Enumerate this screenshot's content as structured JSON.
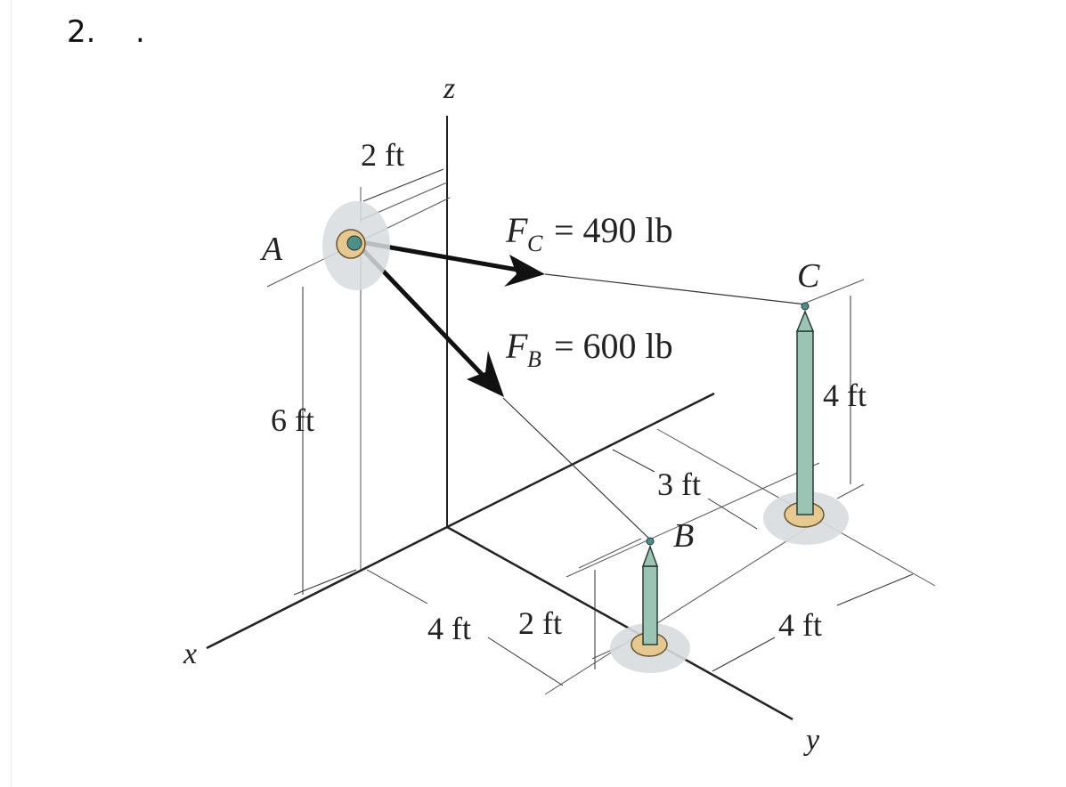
{
  "header": {
    "number": "2.",
    "dot": "."
  },
  "labels": {
    "point_a": "A",
    "point_b": "B",
    "point_c": "C",
    "axis_x": "x",
    "axis_y": "y",
    "axis_z": "z",
    "force_c_sym": "F",
    "force_c_sub": "C",
    "force_c_value": "= 490 lb",
    "force_b_sym": "F",
    "force_b_sub": "B",
    "force_b_value": "= 600 lb",
    "dim_top": "2 ft",
    "dim_height_a": "6 ft",
    "dim_height_c": "4 ft",
    "dim_3ft": "3 ft",
    "dim_4ft_left": "4 ft",
    "dim_2ft_bottom": "2 ft",
    "dim_4ft_right": "4 ft"
  },
  "colors": {
    "post_fill": "#9cc4b4",
    "post_stroke": "#2b3c36",
    "base_fill": "#e6c891",
    "shadow": "#cfd3d6",
    "joint": "#4f8f86"
  }
}
